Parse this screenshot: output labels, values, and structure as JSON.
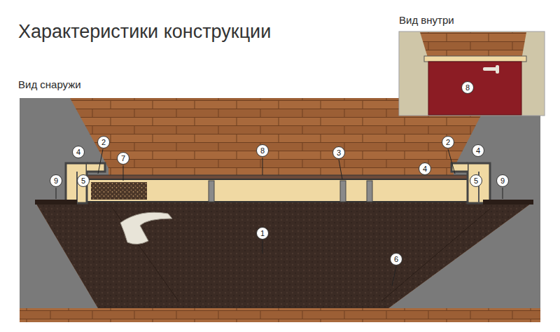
{
  "diagram": {
    "title": "Характеристики конструкции",
    "nodes": [
      {
        "text": [
          "Вид внутри"
        ]
      }
    ],
    "labels": [
      "Вид снаружи",
      "4",
      "2",
      "5",
      "7",
      "8",
      "3",
      "2",
      "4",
      "4",
      "5",
      "9",
      "9",
      "1",
      "6",
      "8"
    ]
  }
}
